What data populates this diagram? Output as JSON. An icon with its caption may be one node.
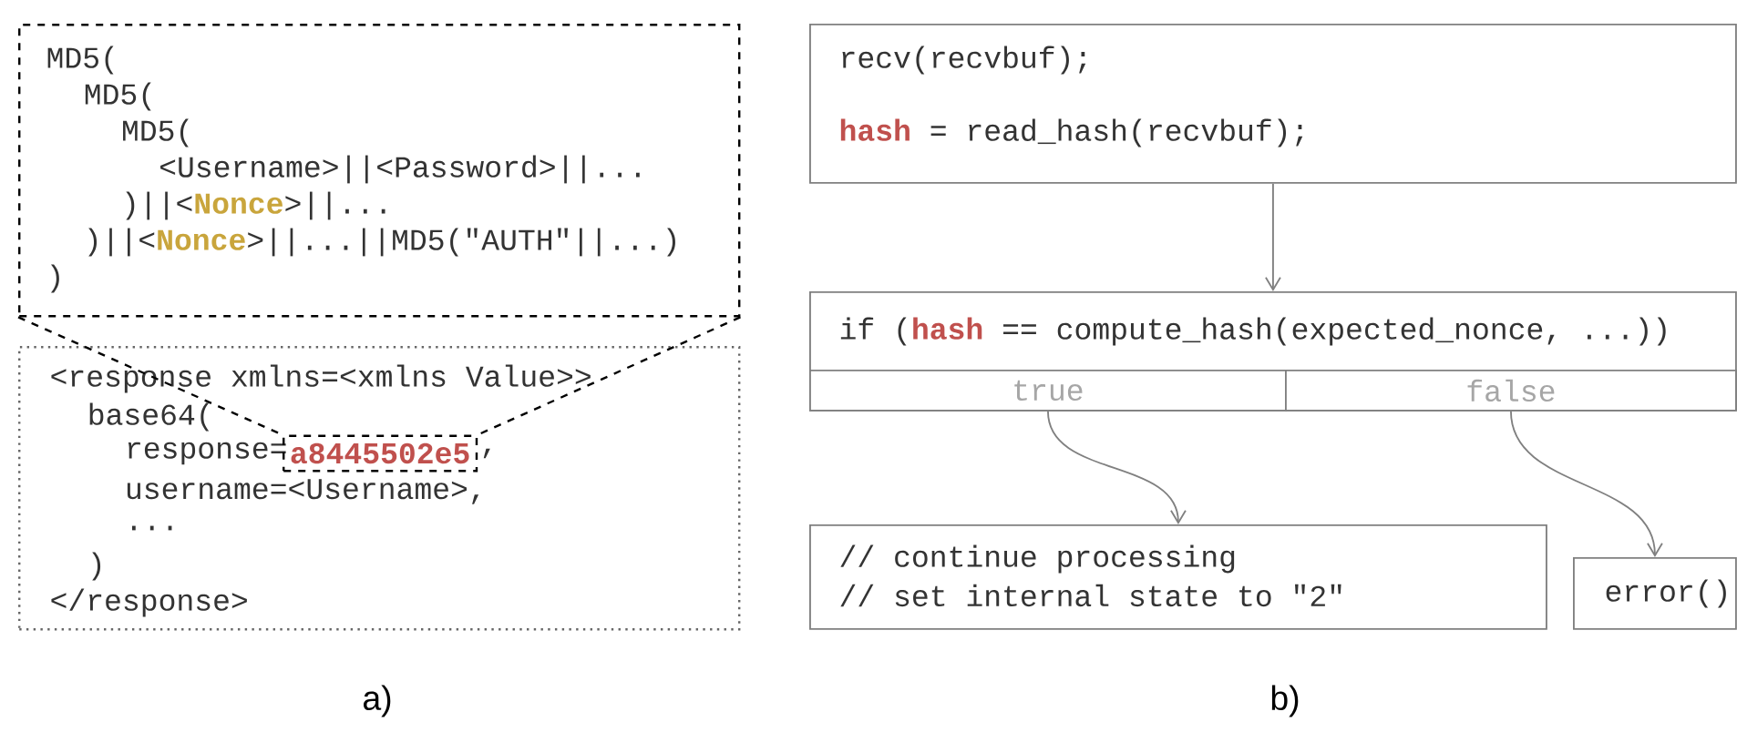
{
  "diagram": {
    "nodes": [
      {
        "text": [
          "MD5(",
          "MD5(",
          "MD5(",
          "<Username>||<Password>||...",
          ")||<**Nonce**>||...",
          ")||<**Nonce**>||...||MD5(\"AUTH\"||...)",
          ")"
        ]
      },
      {
        "text": [
          "<response xmlns=<xmlns Value>>",
          "base64(",
          "response=",
          ",",
          "username=<Username>,",
          "...",
          ")",
          "</response>"
        ]
      },
      {
        "text": [
          "a8445502e5"
        ],
        "in": 1
      },
      {
        "text": [
          "recv(recvbuf);",
          "**hash** = read_hash(recvbuf);"
        ]
      },
      {
        "text": [
          "if (**hash** == compute_hash(expected_nonce, ...))"
        ]
      },
      {
        "text": [
          "true"
        ],
        "in": 4
      },
      {
        "text": [
          "false"
        ],
        "in": 4
      },
      {
        "text": [
          "// continue processing",
          "// set internal state to \"2\""
        ]
      },
      {
        "text": [
          "error()"
        ]
      }
    ],
    "edges": [
      {
        "from": 0,
        "to": 2,
        "arrow": "none",
        "style": "dashed",
        "color": "#000000"
      },
      {
        "from": 0,
        "to": 2,
        "arrow": "none",
        "style": "dashed",
        "color": "#000000"
      },
      {
        "from": 3,
        "to": 4,
        "arrow": "to"
      },
      {
        "from": 5,
        "to": 7,
        "arrow": "to"
      },
      {
        "from": 6,
        "to": 8,
        "arrow": "to"
      }
    ],
    "labels": [
      "a)",
      "b)"
    ]
  }
}
